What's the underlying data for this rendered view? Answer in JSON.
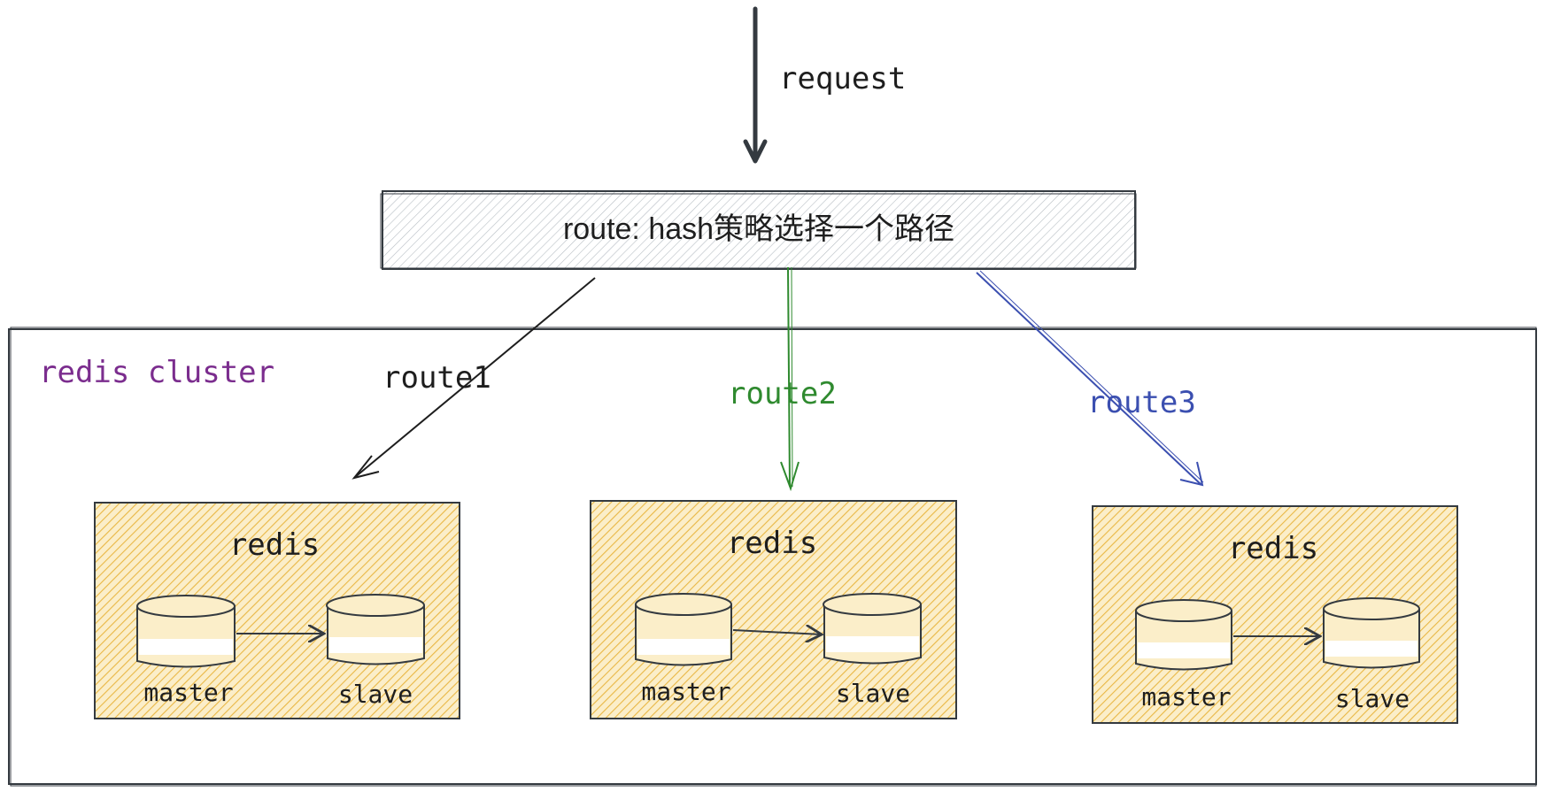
{
  "request_label": "request",
  "router": {
    "label": "route: hash策略选择一个路径"
  },
  "cluster": {
    "label": "redis cluster"
  },
  "routes": [
    {
      "label": "route1"
    },
    {
      "label": "route2"
    },
    {
      "label": "route3"
    }
  ],
  "nodes": [
    {
      "title": "redis",
      "master_label": "master",
      "slave_label": "slave"
    },
    {
      "title": "redis",
      "master_label": "master",
      "slave_label": "slave"
    },
    {
      "title": "redis",
      "master_label": "master",
      "slave_label": "slave"
    }
  ],
  "colors": {
    "cluster_label": "#7b2d8e",
    "route1": "#1e1e1e",
    "route2": "#2f8a2f",
    "route3": "#3b4fb0",
    "node_fill": "#f2c75c",
    "router_fill": "#e9ecef"
  }
}
